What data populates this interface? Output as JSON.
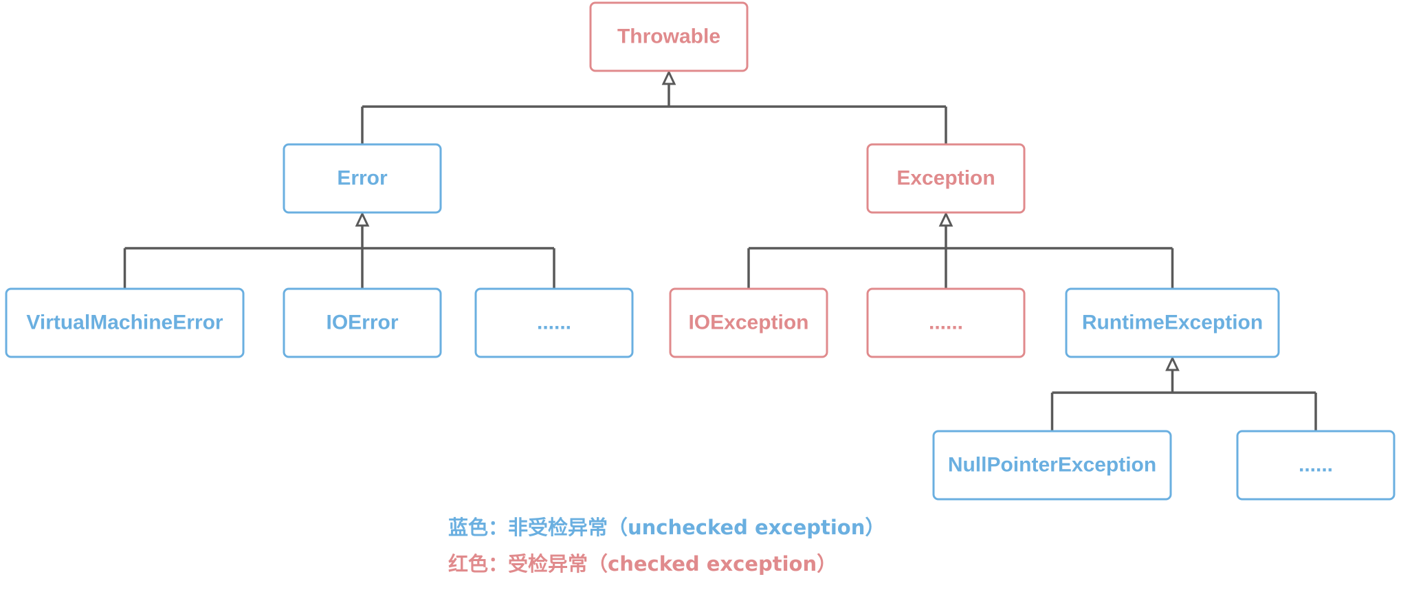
{
  "colors": {
    "unchecked": "#6aafe0",
    "checked": "#e08a8c",
    "connector": "#595959"
  },
  "nodes": [
    {
      "id": "throwable",
      "label": "Throwable",
      "kind": "checked"
    },
    {
      "id": "error",
      "label": "Error",
      "kind": "unchecked"
    },
    {
      "id": "exception",
      "label": "Exception",
      "kind": "checked"
    },
    {
      "id": "virtual-machine-error",
      "label": "VirtualMachineError",
      "kind": "unchecked"
    },
    {
      "id": "ioerror",
      "label": "IOError",
      "kind": "unchecked"
    },
    {
      "id": "error-more",
      "label": "......",
      "kind": "unchecked"
    },
    {
      "id": "ioexception",
      "label": "IOException",
      "kind": "checked"
    },
    {
      "id": "exception-more",
      "label": "......",
      "kind": "checked"
    },
    {
      "id": "runtime-exception",
      "label": "RuntimeException",
      "kind": "unchecked"
    },
    {
      "id": "null-pointer-exception",
      "label": "NullPointerException",
      "kind": "unchecked"
    },
    {
      "id": "runtime-more",
      "label": "......",
      "kind": "unchecked"
    }
  ],
  "edges": [
    {
      "parent": "throwable",
      "children": [
        "error",
        "exception"
      ]
    },
    {
      "parent": "error",
      "children": [
        "virtual-machine-error",
        "ioerror",
        "error-more"
      ]
    },
    {
      "parent": "exception",
      "children": [
        "ioexception",
        "exception-more",
        "runtime-exception"
      ]
    },
    {
      "parent": "runtime-exception",
      "children": [
        "null-pointer-exception",
        "runtime-more"
      ]
    }
  ],
  "legend": {
    "unchecked": "蓝色：非受检异常（unchecked exception）",
    "checked": "红色：受检异常（checked exception）"
  }
}
